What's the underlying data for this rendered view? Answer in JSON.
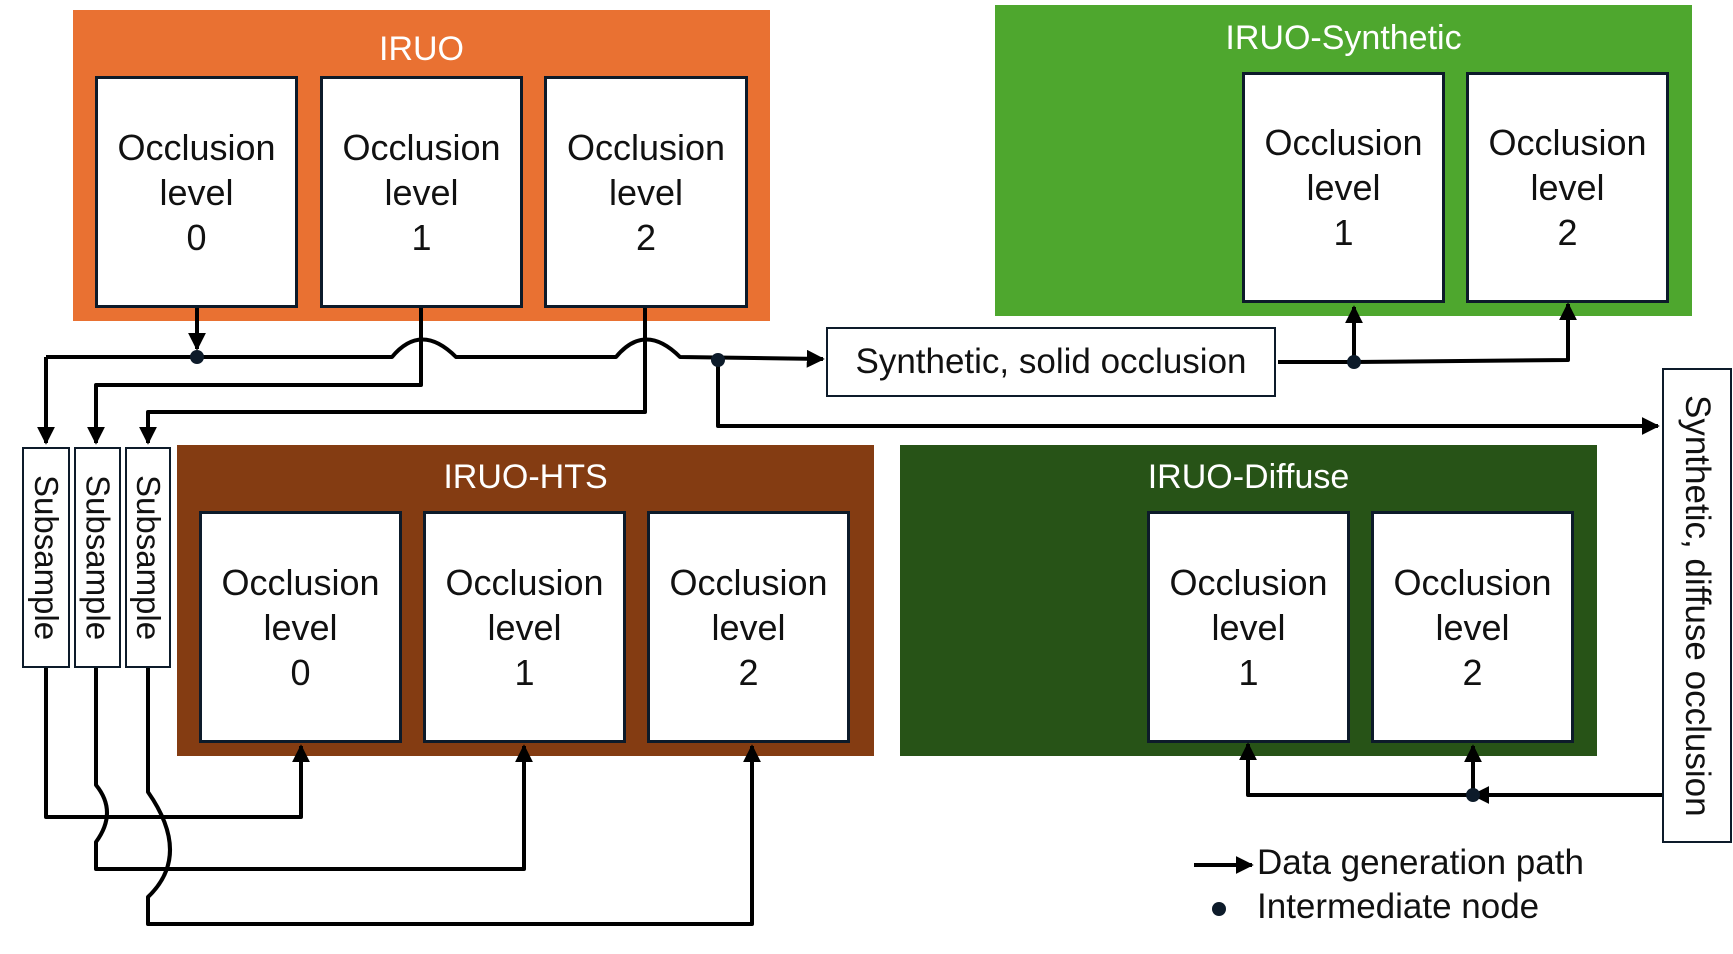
{
  "colors": {
    "iruo": "#E97132",
    "iruo_synthetic": "#4EA72E",
    "iruo_hts": "#843C12",
    "iruo_diffuse": "#275317",
    "line": "#000000",
    "node": "#0d1b2a"
  },
  "groups": {
    "iruo": {
      "title": "IRUO",
      "levels": [
        {
          "word": "Occlusion",
          "word2": "level",
          "num": "0"
        },
        {
          "word": "Occlusion",
          "word2": "level",
          "num": "1"
        },
        {
          "word": "Occlusion",
          "word2": "level",
          "num": "2"
        }
      ]
    },
    "synthetic": {
      "title": "IRUO-Synthetic",
      "levels": [
        {
          "word": "Occlusion",
          "word2": "level",
          "num": "1"
        },
        {
          "word": "Occlusion",
          "word2": "level",
          "num": "2"
        }
      ]
    },
    "hts": {
      "title": "IRUO-HTS",
      "levels": [
        {
          "word": "Occlusion",
          "word2": "level",
          "num": "0"
        },
        {
          "word": "Occlusion",
          "word2": "level",
          "num": "1"
        },
        {
          "word": "Occlusion",
          "word2": "level",
          "num": "2"
        }
      ]
    },
    "diffuse": {
      "title": "IRUO-Diffuse",
      "levels": [
        {
          "word": "Occlusion",
          "word2": "level",
          "num": "1"
        },
        {
          "word": "Occlusion",
          "word2": "level",
          "num": "2"
        }
      ]
    }
  },
  "processes": {
    "solid": "Synthetic, solid occlusion",
    "diffuse": "Synthetic, diffuse occlusion",
    "subsample": [
      "Subsample",
      "Subsample",
      "Subsample"
    ]
  },
  "legend": {
    "path": "Data generation path",
    "node": "Intermediate node"
  }
}
